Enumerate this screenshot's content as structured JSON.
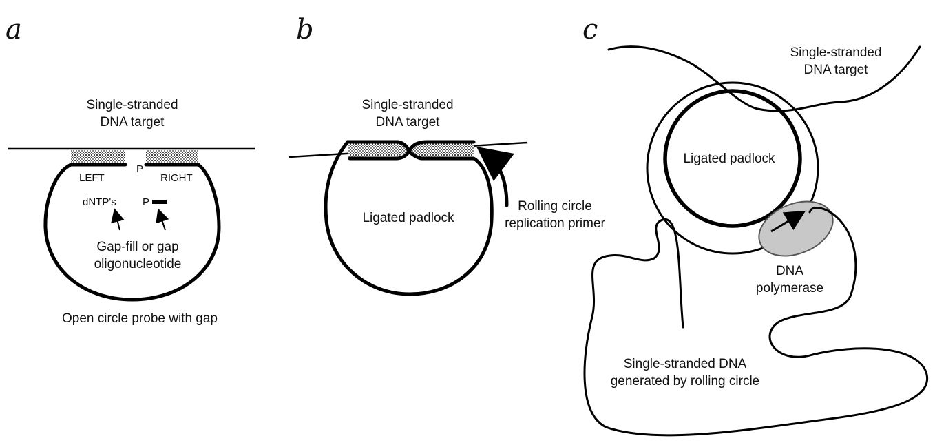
{
  "panels": {
    "a": {
      "letter": "a",
      "target_label_1": "Single-stranded",
      "target_label_2": "DNA target",
      "left_label": "LEFT",
      "p_label": "P",
      "right_label": "RIGHT",
      "dntps_label": "dNTP's",
      "p2_label": "P",
      "gap_label_1": "Gap-fill or gap",
      "gap_label_2": "oligonucleotide",
      "caption": "Open circle probe with gap"
    },
    "b": {
      "letter": "b",
      "target_label_1": "Single-stranded",
      "target_label_2": "DNA target",
      "padlock_label": "Ligated padlock",
      "primer_label_1": "Rolling circle",
      "primer_label_2": "replication primer"
    },
    "c": {
      "letter": "c",
      "target_label_1": "Single-stranded",
      "target_label_2": "DNA target",
      "padlock_label": "Ligated padlock",
      "polymerase_label_1": "DNA",
      "polymerase_label_2": "polymerase",
      "product_label_1": "Single-stranded DNA",
      "product_label_2": "generated by rolling circle"
    }
  },
  "colors": {
    "stroke": "#000000",
    "polymerase_fill": "#c8c8c8",
    "hatch": "#555555"
  }
}
